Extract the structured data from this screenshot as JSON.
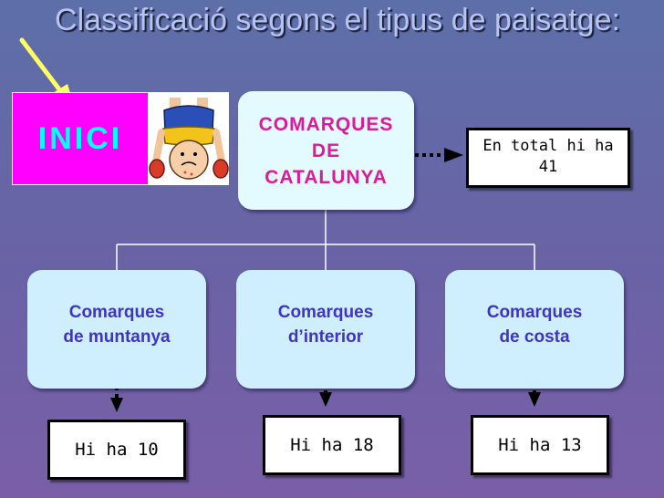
{
  "title": "Classificació segons el tipus de paisatge:",
  "inici_button": "INICI",
  "root": "COMARQUES\nDE\nCATALUNYA",
  "total": "En total hi ha\n41",
  "categories": [
    {
      "label": "Comarques\nde muntanya",
      "count": "Hi ha 10"
    },
    {
      "label": "Comarques\nd’interior",
      "count": "Hi ha 18"
    },
    {
      "label": "Comarques\nde costa",
      "count": "Hi ha 13"
    }
  ],
  "colors": {
    "background": "#6a62a6",
    "title": "#b7c4ee",
    "inici_bg": "#ff00ff",
    "inici_text": "#00ffff",
    "root_text": "#e0189a",
    "category_text": "#3f33c8",
    "pointer_arrow": "#ffff66"
  },
  "icons": [
    "yellow-pointer-arrow-icon",
    "child-upside-down-illustration"
  ]
}
